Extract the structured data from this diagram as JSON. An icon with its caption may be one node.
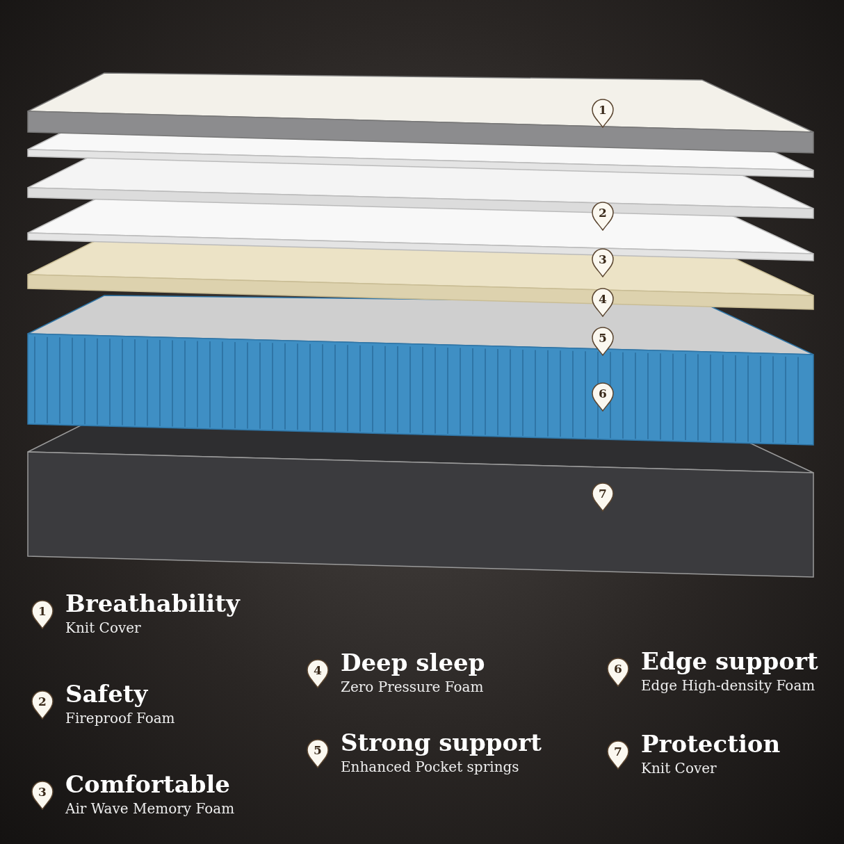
{
  "diagram": {
    "labels": [
      "1",
      "2",
      "3",
      "4",
      "5",
      "6",
      "7",
      "1",
      "Breathability",
      "Knit Cover",
      "2",
      "Safety",
      "Fireproof Foam",
      "3",
      "Comfortable",
      "Air Wave Memory Foam",
      "4",
      "Deep sleep",
      "Zero Pressure Foam",
      "5",
      "Strong support",
      "Enhanced Pocket springs",
      "6",
      "Edge support",
      "Edge High-density Foam",
      "7",
      "Protection",
      "Knit Cover"
    ]
  }
}
